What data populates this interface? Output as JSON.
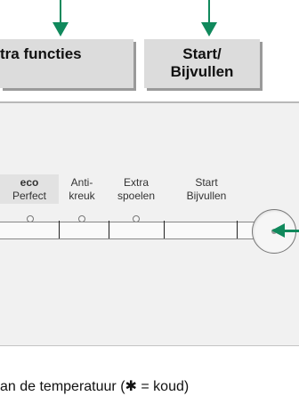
{
  "labels": {
    "extra_functies": "tra functies",
    "start_line1": "Start/",
    "start_line2": "Bijvullen"
  },
  "panel": {
    "options": [
      {
        "line1": "eco",
        "line2": "Perfect"
      },
      {
        "line1": "Anti-",
        "line2": "kreuk"
      },
      {
        "line1": "Extra",
        "line2": "spoelen"
      },
      {
        "line1": "Start",
        "line2": "Bijvullen"
      }
    ],
    "eco_symbol": "e"
  },
  "footer": {
    "text": "an de temperatuur (✱ = koud)"
  },
  "colors": {
    "accent": "#10895c",
    "label_box": "#dcdcdc",
    "panel": "#f1f1f1"
  }
}
